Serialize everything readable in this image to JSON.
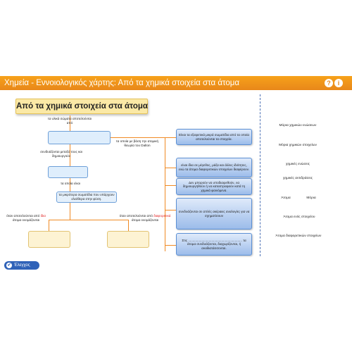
{
  "header": {
    "title": "Χημεία - Εννοιολογικός χάρτης: Από τα χημικά στοιχεία στα άτομα",
    "help_icon": "question-icon",
    "info_icon": "info-icon",
    "help_glyph": "?",
    "info_glyph": "i"
  },
  "map": {
    "title": "Από τα χημικά στοιχεία στα άτομα",
    "labels": {
      "l1": "τα υλικά σώματα αποτελούνται από",
      "l2": "συνδυάζονται μεταξύ τους και δημιουργούν",
      "l3": "τα οποία είναι",
      "l4": "τα οποία με βάση την ατομική θεωρία του Dalton",
      "l5a": "όταν αποτελούνται από",
      "l5b": "ίδια",
      "l5c": "άτομα ονομάζονται",
      "l6a": "όταν αποτελούνται από",
      "l6b": "διαφορετικά",
      "l6c": "άτομα ονομάζονται"
    },
    "fixed_box": "τα μικρότερα σωματίδια που υπάρχουν ελεύθερα στην φύση.",
    "cards": [
      "Είναι τα εξαιρετικά μικρά σωματίδια από τα οποία αποτελούνται τα στοιχεία.",
      "είναι ίδια σε μέγεθος, μάζα και άλλες ιδιότητες, ενώ τα άτομα διαφορετικών στοιχείων διαφέρουν.",
      "Δεν μπορούν να υποδιαιρεθούν, να δημιουργηθούν ή να καταστραφούν κατά τη χημικά φαινόμενα.",
      "συνδυάζονται σε απλές ακέραιες αναλογίες για να σχηματίσουν",
      "Στις ............................................................ τα άτομα συνδυάζονται, διαχωρίζονται, ή αναδιατάσσονται."
    ]
  },
  "terms": [
    "Μόρια χημικών ενώσεων",
    "Μόρια χημικών στοιχείων",
    "χημικές ενώσεις",
    "χημικές αντιδράσεις",
    "Άτομα",
    "Μόρια",
    "Άτομα ενός στοιχείου",
    "Άτομα διαφορετικών στοιχείων"
  ],
  "check_button": {
    "label": "Έλεγχος",
    "icon": "check-circle-icon",
    "glyph": "✔"
  },
  "colors": {
    "header": "#f39c1f",
    "accent": "#2f62b8",
    "connector": "#f08a24"
  }
}
